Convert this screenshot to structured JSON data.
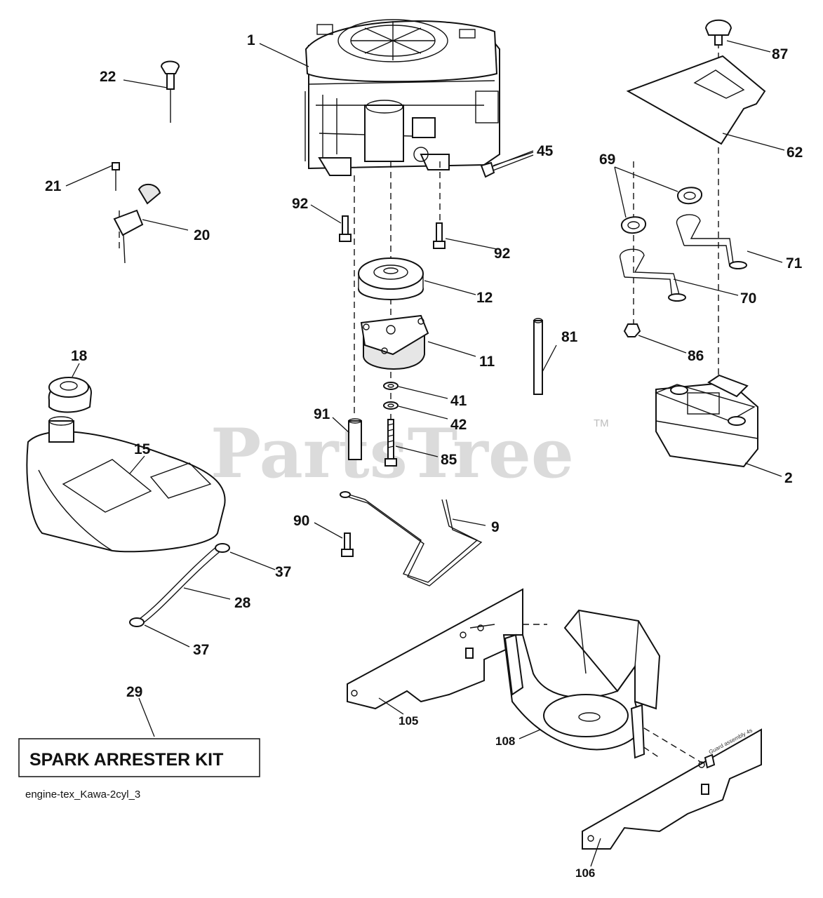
{
  "watermark": {
    "text": "PartsTree",
    "tm": "TM"
  },
  "kit_box": {
    "text": "SPARK ARRESTER KIT"
  },
  "caption": "engine-tex_Kawa-2cyl_3",
  "guard_stamp": "Guard assembly 4s",
  "labels": {
    "l1": "1",
    "l2": "2",
    "l9": "9",
    "l11": "11",
    "l12": "12",
    "l15": "15",
    "l18": "18",
    "l20": "20",
    "l21": "21",
    "l22": "22",
    "l28": "28",
    "l29": "29",
    "l37a": "37",
    "l37b": "37",
    "l41": "41",
    "l42": "42",
    "l45": "45",
    "l62": "62",
    "l69": "69",
    "l70": "70",
    "l71": "71",
    "l81": "81",
    "l85": "85",
    "l86": "86",
    "l87": "87",
    "l90": "90",
    "l91": "91",
    "l92a": "92",
    "l92b": "92",
    "l105": "105",
    "l106": "106",
    "l108": "108"
  }
}
